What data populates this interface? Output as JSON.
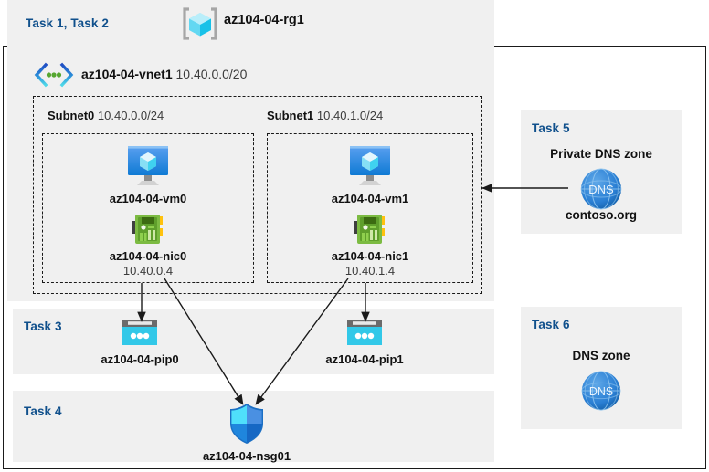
{
  "header": {
    "task_label": "Task 1, Task 2",
    "resource_group": "az104-04-rg1",
    "rg_icon": "resource-group-cube-icon"
  },
  "vnet": {
    "name": "az104-04-vnet1",
    "address_space": "10.40.0.0/20",
    "icon": "virtual-network-icon",
    "subnets": [
      {
        "name": "Subnet0",
        "prefix": "10.40.0.0/24",
        "vm": {
          "name": "az104-04-vm0",
          "icon": "virtual-machine-icon"
        },
        "nic": {
          "name": "az104-04-nic0",
          "ip": "10.40.0.4",
          "icon": "network-interface-icon"
        }
      },
      {
        "name": "Subnet1",
        "prefix": "10.40.1.0/24",
        "vm": {
          "name": "az104-04-vm1",
          "icon": "virtual-machine-icon"
        },
        "nic": {
          "name": "az104-04-nic1",
          "ip": "10.40.1.4",
          "icon": "network-interface-icon"
        }
      }
    ]
  },
  "task3": {
    "label": "Task 3",
    "pip0": {
      "name": "az104-04-pip0",
      "icon": "public-ip-address-icon"
    },
    "pip1": {
      "name": "az104-04-pip1",
      "icon": "public-ip-address-icon"
    }
  },
  "task4": {
    "label": "Task 4",
    "nsg": {
      "name": "az104-04-nsg01",
      "icon": "network-security-group-shield-icon"
    }
  },
  "task5": {
    "label": "Task 5",
    "title": "Private DNS zone",
    "zone_name": "contoso.org",
    "icon": "dns-globe-icon",
    "icon_text": "DNS"
  },
  "task6": {
    "label": "Task 6",
    "title": "DNS zone",
    "icon": "dns-globe-icon",
    "icon_text": "DNS"
  },
  "colors": {
    "task_label": "#10508c",
    "panel_bg": "#f0f0f0",
    "frame_border": "#1a1a1a",
    "azure_blue": "#0078d4",
    "cyan": "#32c8e8",
    "nic_green": "#7cbb42",
    "dns_blue": "#2a7fd4"
  }
}
